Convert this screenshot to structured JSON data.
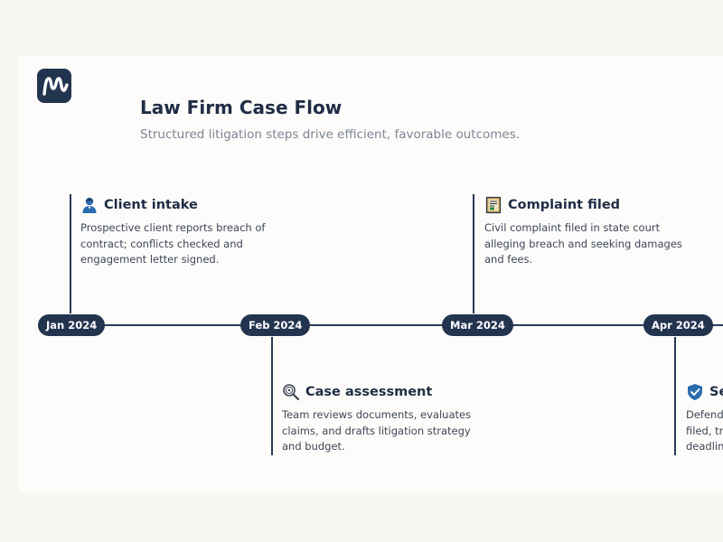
{
  "header": {
    "logo_icon": "brand-m-logo-icon",
    "title": "Law Firm Case Flow",
    "subtitle": "Structured litigation steps drive efficient, favorable outcomes."
  },
  "colors": {
    "navy": "#23344f",
    "accent_blue": "#2b6cb0",
    "muted_text": "#7b8594",
    "background": "#f8f6f2"
  },
  "timeline": {
    "milestones": [
      {
        "date": "Jan 2024",
        "title": "Client intake",
        "icon": "person-icon",
        "description": "Prospective client reports breach of contract; conflicts checked and engagement letter signed."
      },
      {
        "date": "Feb 2024",
        "title": "Case assessment",
        "icon": "magnifier-icon",
        "description": "Team reviews documents, evaluates claims, and drafts litigation strategy and budget."
      },
      {
        "date": "Mar 2024",
        "title": "Complaint filed",
        "icon": "document-icon",
        "description": "Civil complaint filed in state court alleging breach and seeking damages and fees."
      },
      {
        "date": "Apr 2024",
        "title": "Se",
        "icon": "shield-check-icon",
        "description_lines": [
          "Defend",
          "filed, tri",
          "deadlin"
        ]
      }
    ]
  }
}
